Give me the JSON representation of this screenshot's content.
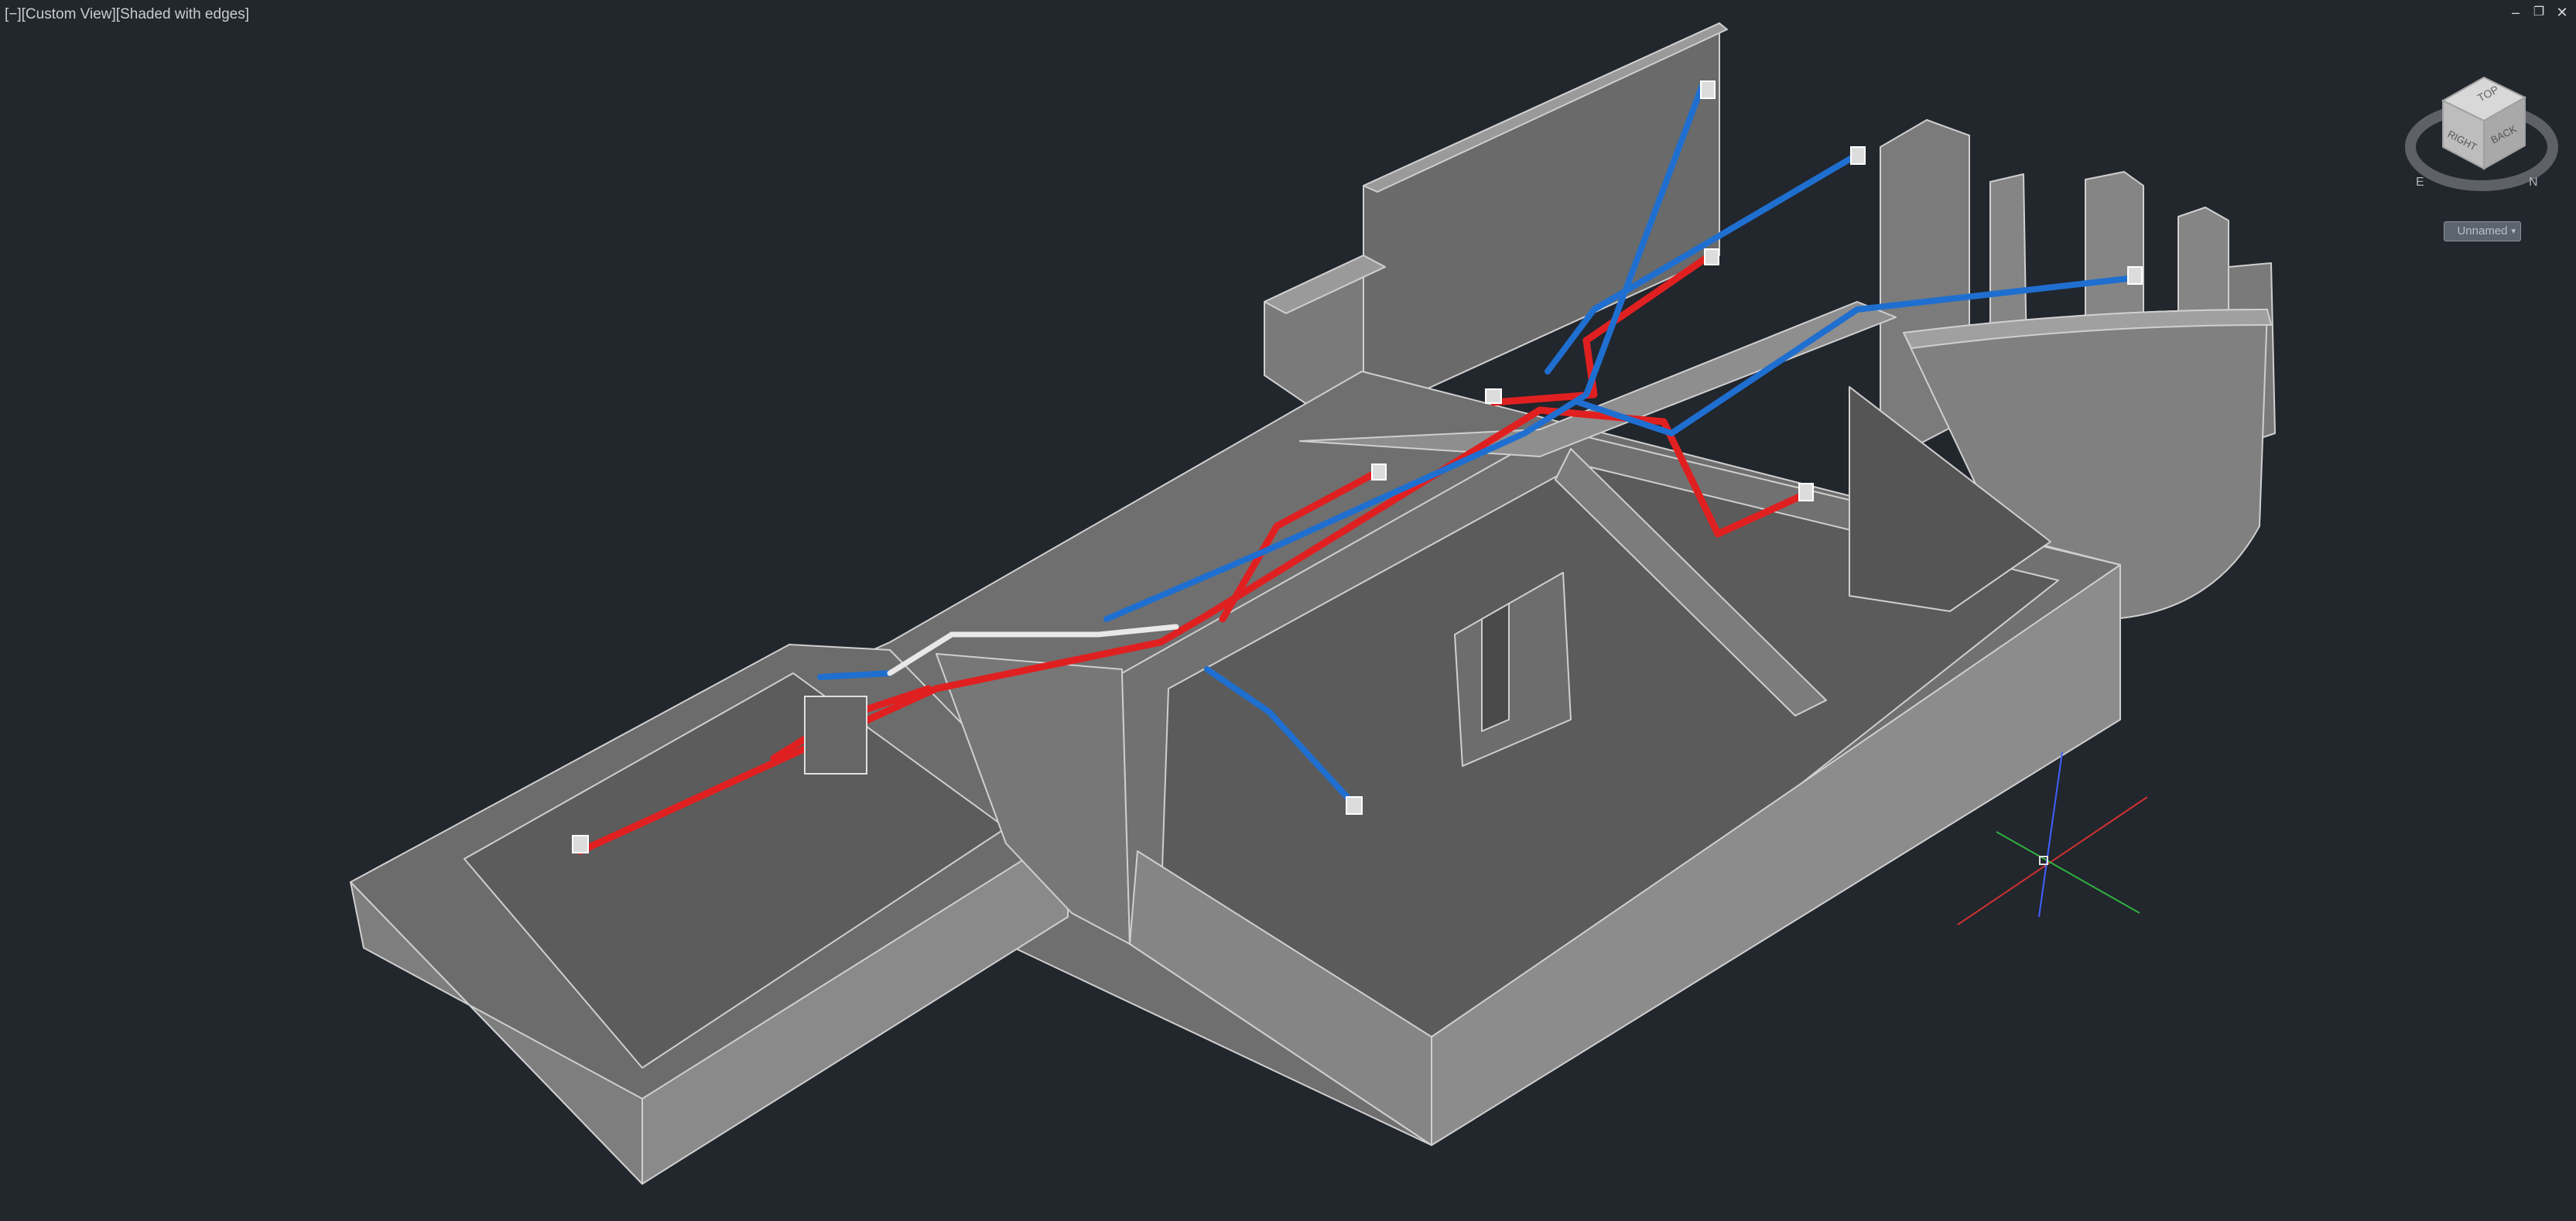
{
  "viewport": {
    "menu_label": "[−]",
    "view_label": "[Custom View]",
    "style_label": "[Shaded with edges]"
  },
  "window_controls": {
    "minimize": "–",
    "restore": "❐",
    "close": "✕"
  },
  "viewcube": {
    "faces": {
      "top": "TOP",
      "right": "RIGHT",
      "back": "BACK"
    },
    "compass": {
      "east": "E",
      "north": "N"
    },
    "ucs_name": "Unnamed"
  },
  "colors": {
    "background": "#22262d",
    "model_light": "#8d8d8d",
    "model_mid": "#717171",
    "model_dark": "#5a5a5a",
    "edges": "#d0d0d0",
    "pipe_red": "#e02020",
    "pipe_blue": "#1f6fd0",
    "pipe_white": "#e8e8e8",
    "axis_x": "#d03030",
    "axis_y": "#30b040",
    "axis_z": "#4060ff"
  },
  "icons": [
    "minimize-icon",
    "restore-icon",
    "close-icon",
    "viewcube-icon",
    "compass-icon",
    "ucs-axis-icon"
  ]
}
